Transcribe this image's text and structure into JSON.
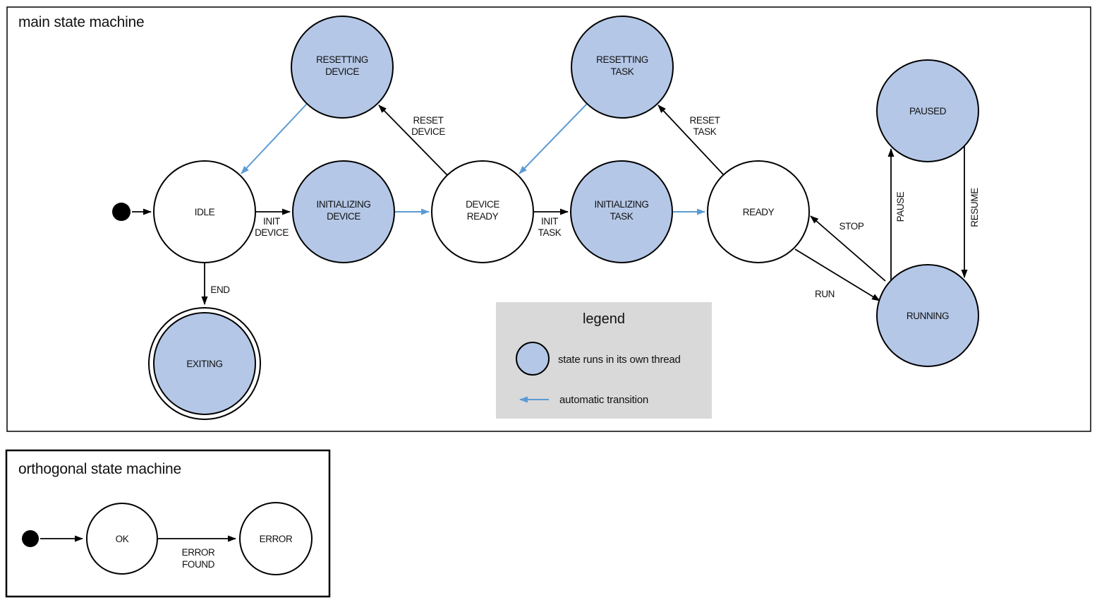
{
  "colors": {
    "state_fill": "#b4c7e7",
    "auto_arrow": "#5b9bd5",
    "legend_bg": "#d9d9d9"
  },
  "main": {
    "title": "main state machine",
    "states": {
      "idle": {
        "label": "IDLE"
      },
      "initializing_device": {
        "line1": "INITIALIZING",
        "line2": "DEVICE"
      },
      "device_ready": {
        "line1": "DEVICE",
        "line2": "READY"
      },
      "initializing_task": {
        "line1": "INITIALIZING",
        "line2": "TASK"
      },
      "ready": {
        "label": "READY"
      },
      "resetting_device": {
        "line1": "RESETTING",
        "line2": "DEVICE"
      },
      "resetting_task": {
        "line1": "RESETTING",
        "line2": "TASK"
      },
      "paused": {
        "label": "PAUSED"
      },
      "running": {
        "label": "RUNNING"
      },
      "exiting": {
        "label": "EXITING"
      }
    },
    "transitions": {
      "init_device": {
        "line1": "INIT",
        "line2": "DEVICE"
      },
      "init_task": {
        "line1": "INIT",
        "line2": "TASK"
      },
      "reset_device": {
        "line1": "RESET",
        "line2": "DEVICE"
      },
      "reset_task": {
        "line1": "RESET",
        "line2": "TASK"
      },
      "run": "RUN",
      "stop": "STOP",
      "pause": "PAUSE",
      "resume": "RESUME",
      "end": "END"
    }
  },
  "legend": {
    "title": "legend",
    "threaded_state_label": "state runs in its own thread",
    "auto_transition_label": "automatic transition"
  },
  "orthogonal": {
    "title": "orthogonal state machine",
    "states": {
      "ok": {
        "label": "OK"
      },
      "error": {
        "label": "ERROR"
      }
    },
    "transitions": {
      "error_found": {
        "line1": "ERROR",
        "line2": "FOUND"
      }
    }
  }
}
